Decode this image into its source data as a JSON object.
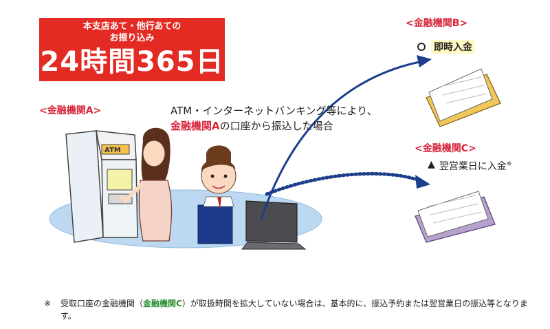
{
  "banner": {
    "line1": "本支店あて・他行あての",
    "line2": "お振り込み",
    "headline": "24時間365日"
  },
  "institutions": {
    "a": "<金融機関A>",
    "b": "<金融機関B>",
    "c": "<金融機関C>"
  },
  "explanation": {
    "line1": "ATM・インターネットバンキング等により、",
    "line2_highlight": "金融機関A",
    "line2_rest": "の口座から振込した場合"
  },
  "status": {
    "b_text": "即時入金",
    "c_mark": "▲",
    "c_text": "翌営業日に入金",
    "c_sup": "※"
  },
  "footnote": {
    "mark": "※",
    "part1": "受取口座の金融機関（",
    "highlight": "金融機関C",
    "part2": "）が取扱時間を拡大していない場合は、基本的に、振込予約または翌営業日の振込等となります。"
  },
  "colors": {
    "banner_red": "#e32b24",
    "institution_red": "#d8263b",
    "footnote_green": "#2a8f2f",
    "floor_blue": "#b9d7ef",
    "arrow_blue": "#1c3f8c"
  }
}
